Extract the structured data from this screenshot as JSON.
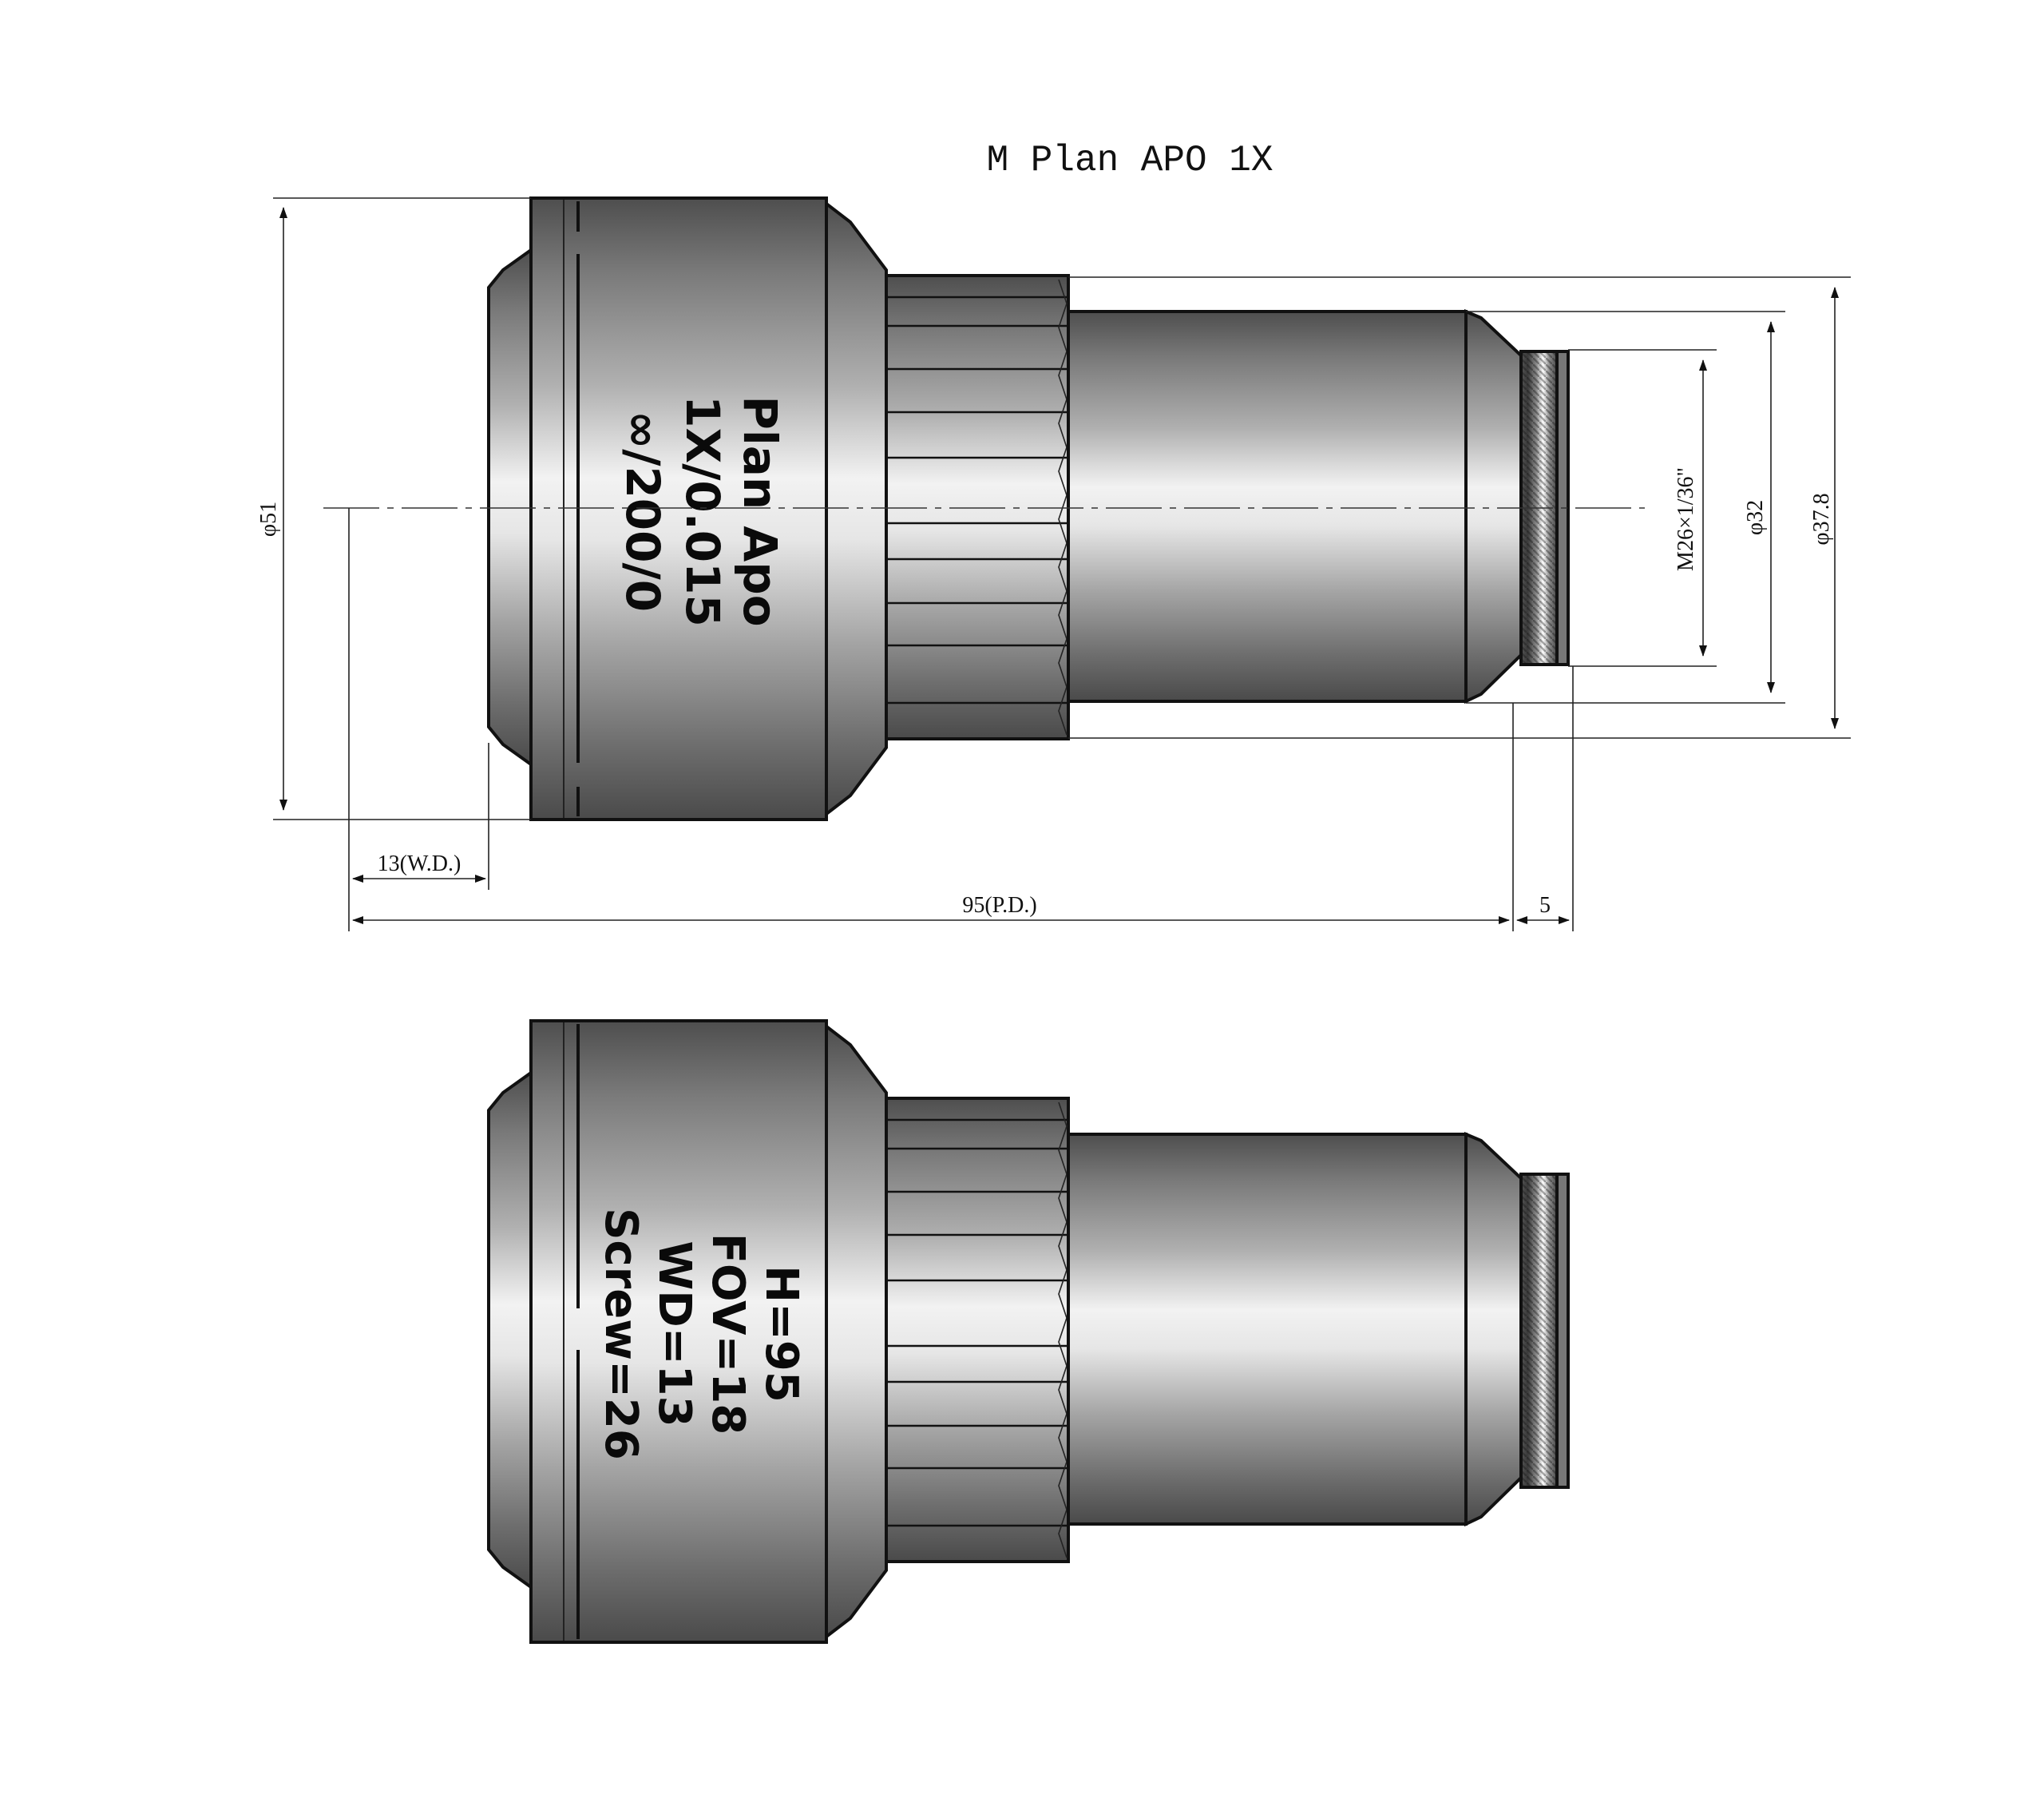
{
  "title": "M Plan APO 1X",
  "dimensions": {
    "outer_diameter": "φ51",
    "mount_thread": "M26×1/36\"",
    "body_diameter": "φ32",
    "knurl_diameter": "φ37.8",
    "working_distance": "13(W.D.)",
    "parfocal_distance": "95(P.D.)",
    "thread_length": "5"
  },
  "engraving_front": [
    "Plan Apo",
    "1X/0.015",
    "∞/200/0"
  ],
  "engraving_back": [
    "H=95",
    "FOV=18",
    "WD=13",
    "Screw=26"
  ]
}
